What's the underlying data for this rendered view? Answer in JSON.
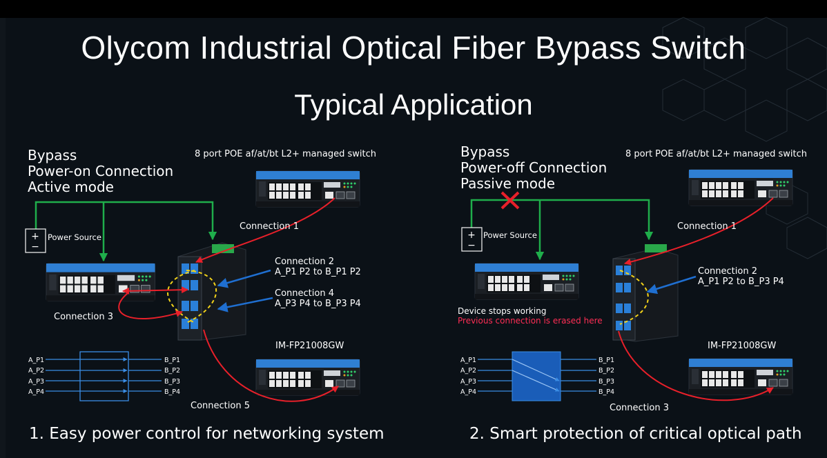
{
  "title": "Olycom Industrial Optical Fiber Bypass Switch",
  "subtitle": "Typical Application",
  "left": {
    "mode_line1": "Bypass",
    "mode_line2": "Power-on Connection",
    "mode_line3": "Active mode",
    "switch_label": "8 port POE af/at/bt L2+ managed switch",
    "power_source": "Power Source",
    "connection1": "Connection 1",
    "connection2_title": "Connection 2",
    "connection2_detail": "A_P1 P2 to B_P1 P2",
    "connection4_title": "Connection 4",
    "connection4_detail": "A_P3 P4 to B_P3 P4",
    "connection3": "Connection 3",
    "connection5": "Connection 5",
    "device_name": "IM-FP21008GW",
    "ports_a": [
      "A_P1",
      "A_P2",
      "A_P3",
      "A_P4"
    ],
    "ports_b": [
      "B_P1",
      "B_P2",
      "B_P3",
      "B_P4"
    ],
    "footer": "1. Easy power control for networking system"
  },
  "right": {
    "mode_line1": "Bypass",
    "mode_line2": "Power-off Connection",
    "mode_line3": "Passive mode",
    "switch_label": "8 port POE af/at/bt L2+ managed switch",
    "power_source": "Power Source",
    "connection1": "Connection 1",
    "connection2_title": "Connection 2",
    "connection2_detail": "A_P1 P2 to B_P3 P4",
    "connection3": "Connection 3",
    "device_stops": "Device stops working",
    "erased_note": "Previous connection is erased here",
    "device_name": "IM-FP21008GW",
    "ports_a": [
      "A_P1",
      "A_P2",
      "A_P3",
      "A_P4"
    ],
    "ports_b": [
      "B_P1",
      "B_P2",
      "B_P3",
      "B_P4"
    ],
    "footer": "2. Smart protection of critical optical path"
  },
  "colors": {
    "background": "#0b1117",
    "green_line": "#1fae4b",
    "red_line": "#e8202a",
    "blue_arrow": "#1f6fd1",
    "yellow_dash": "#f2d21a",
    "bypass_box": "#1a5db8",
    "switch_blue": "#2f7fd3"
  }
}
